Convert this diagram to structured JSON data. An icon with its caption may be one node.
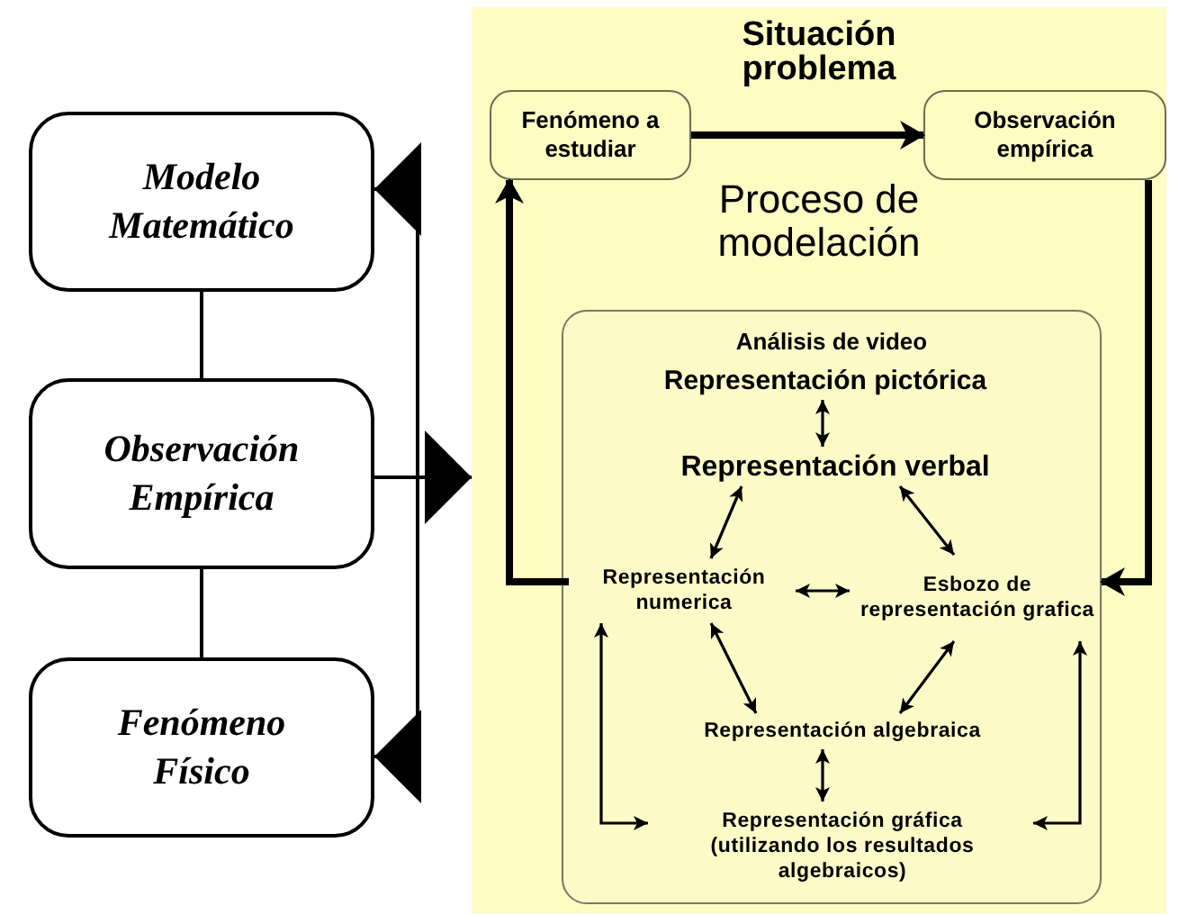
{
  "diagram": {
    "nodes": [
      {
        "text": [
          "Modelo Matemático"
        ]
      },
      {
        "text": [
          "Observación Empírica"
        ]
      },
      {
        "text": [
          "Fenómeno Físico"
        ]
      },
      {
        "text": [
          "Situación problema",
          "Proceso de modelación"
        ]
      },
      {
        "text": [
          "Fenómeno a estudiar"
        ],
        "in": 3
      },
      {
        "text": [
          "Observación empírica"
        ],
        "in": 3
      },
      {
        "text": [
          "Análisis de video"
        ],
        "in": 3
      },
      {
        "text": [
          "Representación pictórica"
        ],
        "in": 6
      },
      {
        "text": [
          "Representación verbal"
        ],
        "in": 6
      },
      {
        "text": [
          "Representación numerica"
        ],
        "in": 6
      },
      {
        "text": [
          "Esbozo de representación grafica"
        ],
        "in": 6
      },
      {
        "text": [
          "Representación algebraica"
        ],
        "in": 6
      },
      {
        "text": [
          "Representación gráfica (utilizando los resultados algebraicos)"
        ],
        "in": 6
      }
    ],
    "edges": [
      {
        "from": 0,
        "to": 1,
        "arrow": "none"
      },
      {
        "from": 1,
        "to": 2,
        "arrow": "none"
      },
      {
        "from": 2,
        "to": 0,
        "arrow": "both"
      },
      {
        "from": 1,
        "to": 3,
        "arrow": "to"
      },
      {
        "from": 4,
        "to": 5,
        "arrow": "to",
        "style": "thick"
      },
      {
        "from": 5,
        "to": 10,
        "arrow": "to",
        "style": "thick"
      },
      {
        "from": 9,
        "to": 4,
        "arrow": "to",
        "style": "thick"
      },
      {
        "from": 7,
        "to": 8,
        "arrow": "both"
      },
      {
        "from": 8,
        "to": 9,
        "arrow": "both"
      },
      {
        "from": 8,
        "to": 10,
        "arrow": "both"
      },
      {
        "from": 9,
        "to": 10,
        "arrow": "both"
      },
      {
        "from": 9,
        "to": 11,
        "arrow": "both"
      },
      {
        "from": 10,
        "to": 11,
        "arrow": "both"
      },
      {
        "from": 11,
        "to": 12,
        "arrow": "both"
      },
      {
        "from": 9,
        "to": 12,
        "arrow": "both"
      },
      {
        "from": 10,
        "to": 12,
        "arrow": "both"
      }
    ]
  }
}
